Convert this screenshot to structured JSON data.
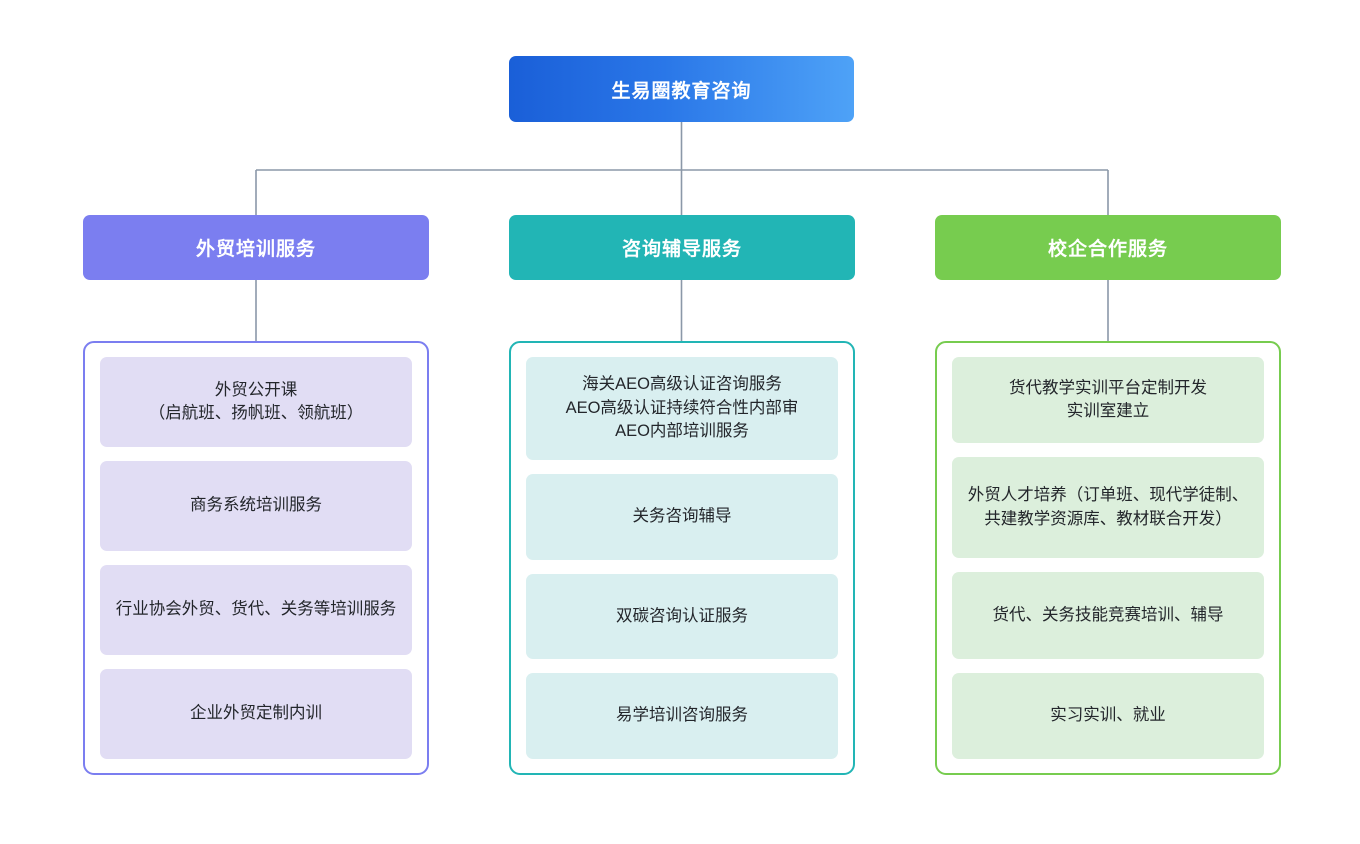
{
  "diagram": {
    "type": "organization-chart",
    "root": {
      "label": "生易圈教育咨询",
      "color_from": "#1a5fd8",
      "color_to": "#4ea2f7"
    },
    "connector_color": "#8b98a8",
    "branches": [
      {
        "label": "外贸培训服务",
        "header_color": "#7b7ef0",
        "border_color": "#7b7ef0",
        "card_color": "#e1ddf4",
        "items": [
          "外贸公开课\n（启航班、扬帆班、领航班）",
          "商务系统培训服务",
          "行业协会外贸、货代、关务等培训服务",
          "企业外贸定制内训"
        ]
      },
      {
        "label": "咨询辅导服务",
        "header_color": "#22b5b5",
        "border_color": "#22b5b5",
        "card_color": "#d9eff0",
        "items": [
          "海关AEO高级认证咨询服务\nAEO高级认证持续符合性内部审\nAEO内部培训服务",
          "关务咨询辅导",
          "双碳咨询认证服务",
          "易学培训咨询服务"
        ]
      },
      {
        "label": "校企合作服务",
        "header_color": "#77cc4f",
        "border_color": "#77cc4f",
        "card_color": "#dcefdc",
        "items": [
          "货代教学实训平台定制开发\n实训室建立",
          "外贸人才培养（订单班、现代学徒制、共建教学资源库、教材联合开发）",
          "货代、关务技能竞赛培训、辅导",
          "实习实训、就业"
        ]
      }
    ]
  }
}
